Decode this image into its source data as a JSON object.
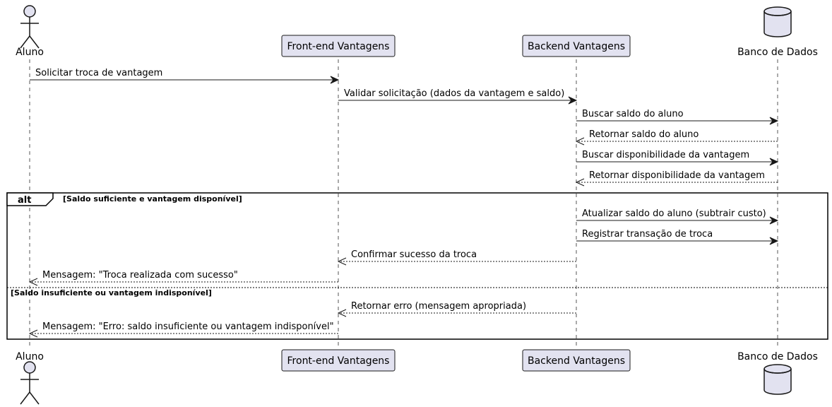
{
  "participants": [
    {
      "id": "aluno",
      "label": "Aluno",
      "kind": "actor"
    },
    {
      "id": "frontend",
      "label": "Front-end Vantagens",
      "kind": "participant"
    },
    {
      "id": "backend",
      "label": "Backend Vantagens",
      "kind": "participant"
    },
    {
      "id": "db",
      "label": "Banco de Dados",
      "kind": "database"
    }
  ],
  "messages": [
    {
      "from": "aluno",
      "to": "frontend",
      "label": "Solicitar troca de vantagem",
      "style": "solid"
    },
    {
      "from": "frontend",
      "to": "backend",
      "label": "Validar solicitação (dados da vantagem e saldo)",
      "style": "solid"
    },
    {
      "from": "backend",
      "to": "db",
      "label": "Buscar saldo do aluno",
      "style": "solid"
    },
    {
      "from": "db",
      "to": "backend",
      "label": "Retornar saldo do aluno",
      "style": "dashed"
    },
    {
      "from": "backend",
      "to": "db",
      "label": "Buscar disponibilidade da vantagem",
      "style": "solid"
    },
    {
      "from": "db",
      "to": "backend",
      "label": "Retornar disponibilidade da vantagem",
      "style": "dashed"
    },
    {
      "from": "backend",
      "to": "db",
      "label": "Atualizar saldo do aluno (subtrair custo)",
      "style": "solid"
    },
    {
      "from": "backend",
      "to": "db",
      "label": "Registrar transação de troca",
      "style": "solid"
    },
    {
      "from": "backend",
      "to": "frontend",
      "label": "Confirmar sucesso da troca",
      "style": "dashed"
    },
    {
      "from": "frontend",
      "to": "aluno",
      "label": "Mensagem: \"Troca realizada com sucesso\"",
      "style": "dashed"
    },
    {
      "from": "backend",
      "to": "frontend",
      "label": "Retornar erro (mensagem apropriada)",
      "style": "dashed"
    },
    {
      "from": "frontend",
      "to": "aluno",
      "label": "Mensagem: \"Erro: saldo insuficiente ou vantagem indisponível\"",
      "style": "dashed"
    }
  ],
  "fragment": {
    "keyword": "alt",
    "condition": "[Saldo suficiente e vantagem disponível]",
    "else_condition": "[Saldo insuficiente ou vantagem indisponível]"
  }
}
